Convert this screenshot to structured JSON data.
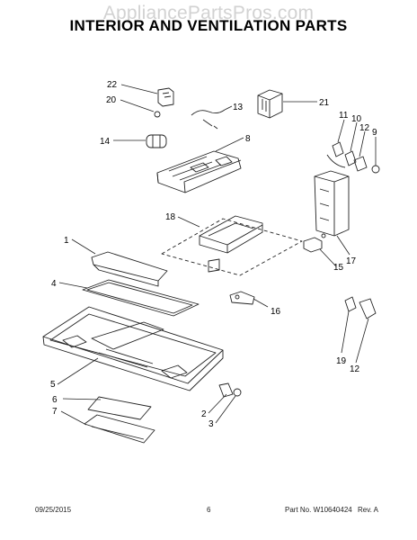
{
  "watermark": "AppliancePartsPros.com",
  "title": "INTERIOR AND VENTILATION PARTS",
  "callouts": [
    "22",
    "20",
    "13",
    "21",
    "14",
    "8",
    "11",
    "10",
    "12",
    "9",
    "18",
    "17",
    "15",
    "1",
    "4",
    "16",
    "19",
    "12",
    "5",
    "6",
    "2",
    "3",
    "7"
  ],
  "footer": {
    "date": "09/25/2015",
    "page": "6",
    "part_no": "Part No. W10640424",
    "rev": "Rev. A"
  },
  "colors": {
    "line": "#222222",
    "watermark": "#d2d2d2"
  }
}
